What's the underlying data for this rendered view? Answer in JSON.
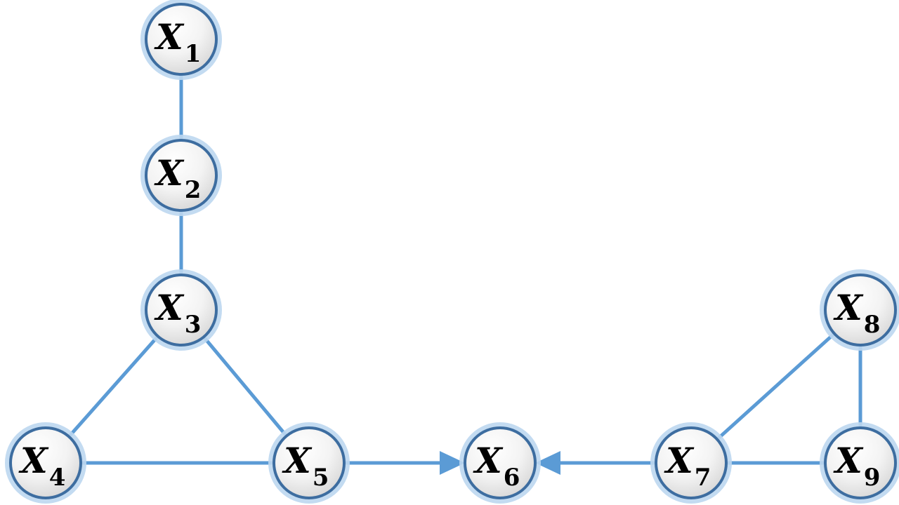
{
  "diagram": {
    "type": "graph",
    "nodes": [
      {
        "id": "X1",
        "var": "X",
        "sub": "1"
      },
      {
        "id": "X2",
        "var": "X",
        "sub": "2"
      },
      {
        "id": "X3",
        "var": "X",
        "sub": "3"
      },
      {
        "id": "X4",
        "var": "X",
        "sub": "4"
      },
      {
        "id": "X5",
        "var": "X",
        "sub": "5"
      },
      {
        "id": "X6",
        "var": "X",
        "sub": "6"
      },
      {
        "id": "X7",
        "var": "X",
        "sub": "7"
      },
      {
        "id": "X8",
        "var": "X",
        "sub": "8"
      },
      {
        "id": "X9",
        "var": "X",
        "sub": "9"
      }
    ],
    "edges": [
      {
        "from": "X1",
        "to": "X2",
        "directed": false
      },
      {
        "from": "X2",
        "to": "X3",
        "directed": false
      },
      {
        "from": "X3",
        "to": "X4",
        "directed": false
      },
      {
        "from": "X3",
        "to": "X5",
        "directed": false
      },
      {
        "from": "X4",
        "to": "X5",
        "directed": false
      },
      {
        "from": "X5",
        "to": "X6",
        "directed": true
      },
      {
        "from": "X7",
        "to": "X6",
        "directed": true
      },
      {
        "from": "X7",
        "to": "X8",
        "directed": false
      },
      {
        "from": "X7",
        "to": "X9",
        "directed": false
      },
      {
        "from": "X8",
        "to": "X9",
        "directed": false
      }
    ],
    "colors": {
      "edge": "#5b9bd5",
      "node_border": "#3d6da0",
      "node_glow": "#bcd7f0",
      "node_fill_light": "#ffffff",
      "node_fill_dark": "#d6d6d6",
      "label": "#000000"
    }
  }
}
